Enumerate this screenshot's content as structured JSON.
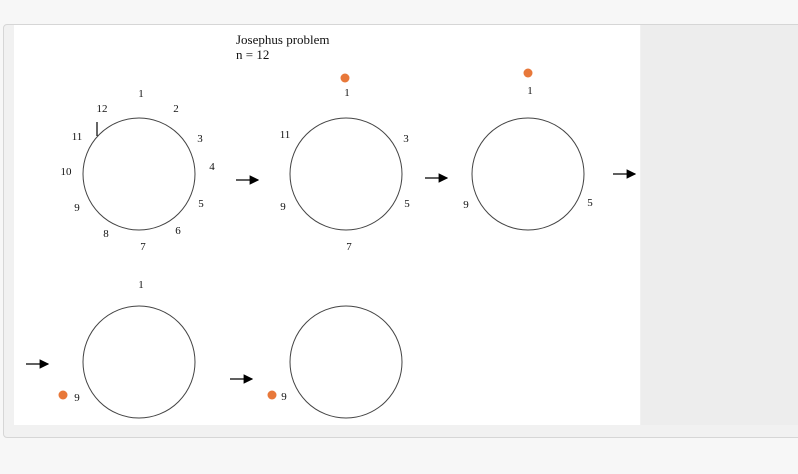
{
  "title": "Josephus problem",
  "subtitle": "n = 12",
  "colors": {
    "dot": "#e8783a",
    "circle": "#444444",
    "arrow": "#000000"
  },
  "stages": [
    {
      "labels": [
        "1",
        "2",
        "3",
        "4",
        "5",
        "6",
        "7",
        "8",
        "9",
        "10",
        "11",
        "12"
      ],
      "marker_after": "12",
      "dots": []
    },
    {
      "labels": [
        "1",
        "3",
        "5",
        "7",
        "9",
        "11"
      ],
      "dots": [
        "1"
      ]
    },
    {
      "labels": [
        "1",
        "5",
        "9"
      ],
      "dots": [
        "1"
      ]
    },
    {
      "labels": [
        "1",
        "9"
      ],
      "dots": [
        "9"
      ]
    },
    {
      "labels": [
        "9"
      ],
      "dots": [
        "9"
      ]
    }
  ]
}
